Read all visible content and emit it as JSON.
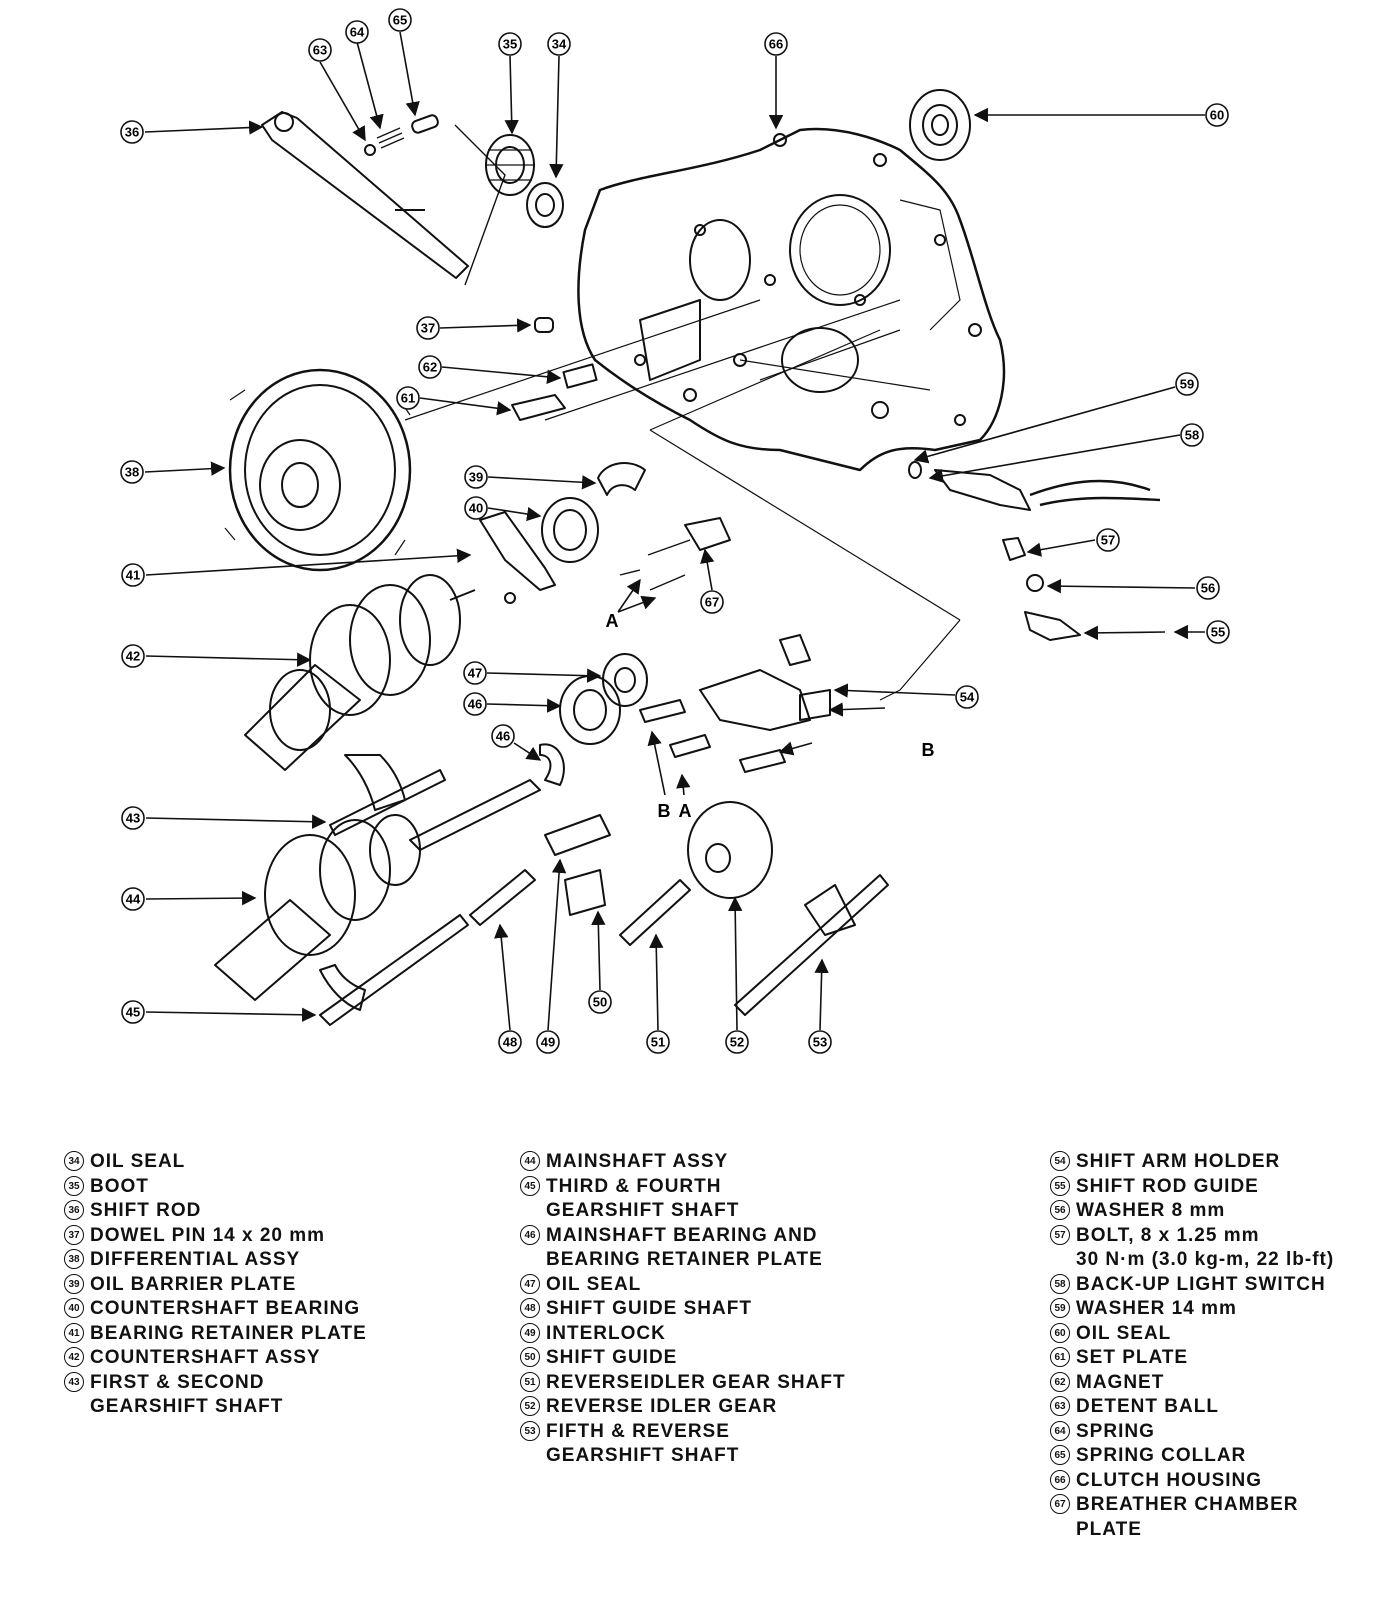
{
  "callouts": {
    "c34": "34",
    "c35": "35",
    "c36": "36",
    "c37": "37",
    "c38": "38",
    "c39": "39",
    "c40": "40",
    "c41": "41",
    "c42": "42",
    "c43": "43",
    "c44": "44",
    "c45": "45",
    "c46a": "46",
    "c46b": "46",
    "c47": "47",
    "c48": "48",
    "c49": "49",
    "c50": "50",
    "c51": "51",
    "c52": "52",
    "c53": "53",
    "c54": "54",
    "c55": "55",
    "c56": "56",
    "c57": "57",
    "c58": "58",
    "c59": "59",
    "c60": "60",
    "c61": "61",
    "c62": "62",
    "c63": "63",
    "c64": "64",
    "c65": "65",
    "c66": "66",
    "c67": "67"
  },
  "markers": {
    "a1": "A",
    "a2": "A",
    "b1": "B",
    "b2": "B"
  },
  "legend_col1": [
    {
      "num": "34",
      "lines": [
        "OIL SEAL"
      ]
    },
    {
      "num": "35",
      "lines": [
        "BOOT"
      ]
    },
    {
      "num": "36",
      "lines": [
        "SHIFT ROD"
      ]
    },
    {
      "num": "37",
      "lines": [
        "DOWEL PIN 14 x 20 mm"
      ]
    },
    {
      "num": "38",
      "lines": [
        "DIFFERENTIAL ASSY"
      ]
    },
    {
      "num": "39",
      "lines": [
        "OIL BARRIER PLATE"
      ]
    },
    {
      "num": "40",
      "lines": [
        "COUNTERSHAFT BEARING"
      ]
    },
    {
      "num": "41",
      "lines": [
        "BEARING RETAINER PLATE"
      ]
    },
    {
      "num": "42",
      "lines": [
        "COUNTERSHAFT ASSY"
      ]
    },
    {
      "num": "43",
      "lines": [
        "FIRST & SECOND",
        "GEARSHIFT SHAFT"
      ]
    }
  ],
  "legend_col2": [
    {
      "num": "44",
      "lines": [
        "MAINSHAFT ASSY"
      ]
    },
    {
      "num": "45",
      "lines": [
        "THIRD & FOURTH",
        "GEARSHIFT SHAFT"
      ]
    },
    {
      "num": "46",
      "lines": [
        "MAINSHAFT BEARING AND",
        "BEARING RETAINER PLATE"
      ]
    },
    {
      "num": "47",
      "lines": [
        "OIL SEAL"
      ]
    },
    {
      "num": "48",
      "lines": [
        "SHIFT GUIDE SHAFT"
      ]
    },
    {
      "num": "49",
      "lines": [
        "INTERLOCK"
      ]
    },
    {
      "num": "50",
      "lines": [
        "SHIFT GUIDE"
      ]
    },
    {
      "num": "51",
      "lines": [
        "REVERSEIDLER GEAR SHAFT"
      ]
    },
    {
      "num": "52",
      "lines": [
        "REVERSE IDLER GEAR"
      ]
    },
    {
      "num": "53",
      "lines": [
        "FIFTH & REVERSE",
        "GEARSHIFT SHAFT"
      ]
    }
  ],
  "legend_col3": [
    {
      "num": "54",
      "lines": [
        "SHIFT ARM HOLDER"
      ]
    },
    {
      "num": "55",
      "lines": [
        "SHIFT ROD GUIDE"
      ]
    },
    {
      "num": "56",
      "lines": [
        "WASHER 8 mm"
      ]
    },
    {
      "num": "57",
      "lines": [
        "BOLT, 8 x 1.25 mm",
        "30 N·m (3.0 kg-m, 22 lb-ft)"
      ]
    },
    {
      "num": "58",
      "lines": [
        "BACK-UP LIGHT SWITCH"
      ]
    },
    {
      "num": "59",
      "lines": [
        "WASHER 14 mm"
      ]
    },
    {
      "num": "60",
      "lines": [
        "OIL SEAL"
      ]
    },
    {
      "num": "61",
      "lines": [
        "SET PLATE"
      ]
    },
    {
      "num": "62",
      "lines": [
        "MAGNET"
      ]
    },
    {
      "num": "63",
      "lines": [
        "DETENT BALL"
      ]
    },
    {
      "num": "64",
      "lines": [
        "SPRING"
      ]
    },
    {
      "num": "65",
      "lines": [
        "SPRING COLLAR"
      ]
    },
    {
      "num": "66",
      "lines": [
        "CLUTCH HOUSING"
      ]
    },
    {
      "num": "67",
      "lines": [
        "BREATHER CHAMBER",
        "PLATE"
      ]
    }
  ]
}
